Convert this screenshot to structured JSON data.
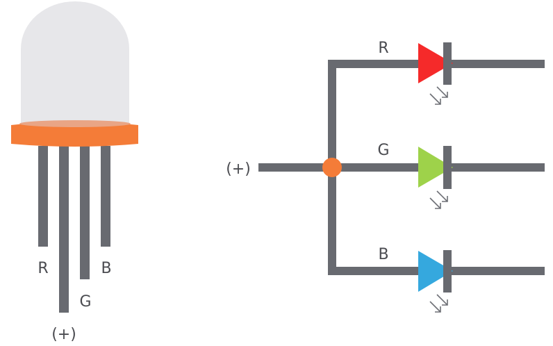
{
  "colors": {
    "wire": "#686a70",
    "dome": "#e7e7ea",
    "flange": "#f47c38",
    "flange_top": "#e9a585",
    "junction": "#f47c38",
    "arrow": "#6d6f75",
    "red_led": "#f52a2a",
    "green_led": "#9ed24a",
    "blue_led": "#35a8de",
    "text": "#4a4b50"
  },
  "led_package": {
    "pins": [
      {
        "id": "R",
        "label": "R"
      },
      {
        "id": "anode",
        "label": "(+)"
      },
      {
        "id": "G",
        "label": "G"
      },
      {
        "id": "B",
        "label": "B"
      }
    ]
  },
  "schematic": {
    "input_label": "(+)",
    "branches": [
      {
        "id": "red",
        "label": "R",
        "color_key": "red_led"
      },
      {
        "id": "green",
        "label": "G",
        "color_key": "green_led"
      },
      {
        "id": "blue",
        "label": "B",
        "color_key": "blue_led"
      }
    ]
  }
}
